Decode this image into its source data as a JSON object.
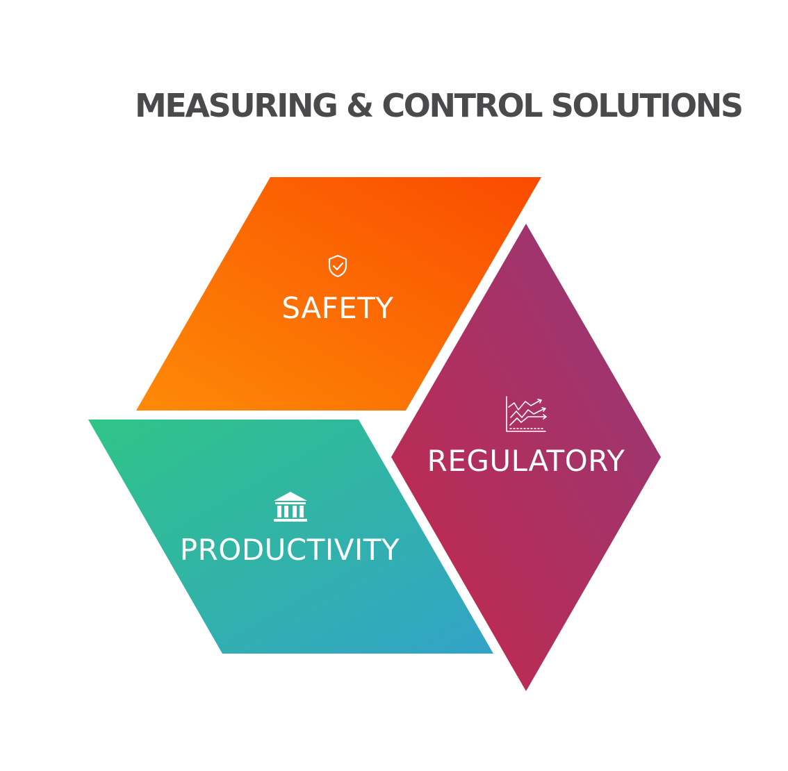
{
  "title": "MEASURING & CONTROL SOLUTIONS",
  "segments": {
    "safety": {
      "label": "SAFETY",
      "icon": "shield-check-icon",
      "colors": [
        "#fd8a06",
        "#fa4b00"
      ]
    },
    "regulatory": {
      "label": "REGULATORY",
      "icon": "trend-chart-icon",
      "colors": [
        "#c4284a",
        "#94397a"
      ]
    },
    "productivity": {
      "label": "PRODUCTIVITY",
      "icon": "bank-building-icon",
      "colors": [
        "#2fc487",
        "#33a3c8"
      ]
    }
  },
  "colors": {
    "title": "#4a4a4c",
    "background": "#ffffff"
  }
}
